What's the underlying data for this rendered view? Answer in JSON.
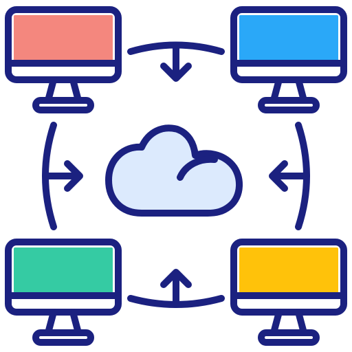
{
  "diagram": {
    "icon": "cloud-network-icon",
    "nodes": [
      {
        "id": "computer-top-left",
        "icon": "monitor-icon",
        "screen_color": "#F4877E"
      },
      {
        "id": "computer-top-right",
        "icon": "monitor-icon",
        "screen_color": "#2AA8F8"
      },
      {
        "id": "computer-bottom-left",
        "icon": "monitor-icon",
        "screen_color": "#35CBA3"
      },
      {
        "id": "computer-bottom-right",
        "icon": "monitor-icon",
        "screen_color": "#FFC20A"
      }
    ],
    "center": {
      "id": "cloud",
      "icon": "cloud-icon",
      "fill_color": "#DCEAFD"
    },
    "connectors": [
      {
        "id": "top",
        "icon": "arrow-down-icon"
      },
      {
        "id": "left",
        "icon": "arrow-right-icon"
      },
      {
        "id": "right",
        "icon": "arrow-left-icon"
      },
      {
        "id": "bottom",
        "icon": "arrow-up-icon"
      }
    ],
    "colors": {
      "outline": "#1B2180",
      "bezel": "#FFFFFF",
      "background": "#FFFFFF"
    }
  }
}
